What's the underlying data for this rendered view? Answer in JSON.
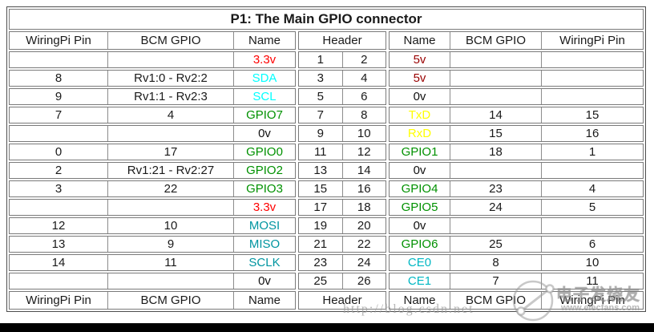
{
  "title": "P1: The Main GPIO connector",
  "columns": {
    "left": [
      "WiringPi Pin",
      "BCM GPIO",
      "Name"
    ],
    "header": "Header",
    "right": [
      "Name",
      "BCM GPIO",
      "WiringPi Pin"
    ]
  },
  "palette": {
    "red": "#ff0000",
    "maroon": "#990000",
    "cyan": "#00ffff",
    "teal": "#0095a0",
    "teal2": "#00b7c3",
    "green": "#009100",
    "yellow": "#ffff00",
    "black": "#111111"
  },
  "rows": [
    {
      "wl": "",
      "bl": "",
      "nl": "3.3v",
      "nlc": "red",
      "h1": "1",
      "h2": "2",
      "nr": "5v",
      "nrc": "maroon",
      "br": "",
      "wr": ""
    },
    {
      "wl": "8",
      "bl": "Rv1:0 - Rv2:2",
      "nl": "SDA",
      "nlc": "cyan",
      "h1": "3",
      "h2": "4",
      "nr": "5v",
      "nrc": "maroon",
      "br": "",
      "wr": ""
    },
    {
      "wl": "9",
      "bl": "Rv1:1 - Rv2:3",
      "nl": "SCL",
      "nlc": "cyan",
      "h1": "5",
      "h2": "6",
      "nr": "0v",
      "nrc": "black",
      "br": "",
      "wr": ""
    },
    {
      "wl": "7",
      "bl": "4",
      "nl": "GPIO7",
      "nlc": "green",
      "h1": "7",
      "h2": "8",
      "nr": "TxD",
      "nrc": "yellow",
      "br": "14",
      "wr": "15"
    },
    {
      "wl": "",
      "bl": "",
      "nl": "0v",
      "nlc": "black",
      "h1": "9",
      "h2": "10",
      "nr": "RxD",
      "nrc": "yellow",
      "br": "15",
      "wr": "16"
    },
    {
      "wl": "0",
      "bl": "17",
      "nl": "GPIO0",
      "nlc": "green",
      "h1": "11",
      "h2": "12",
      "nr": "GPIO1",
      "nrc": "green",
      "br": "18",
      "wr": "1"
    },
    {
      "wl": "2",
      "bl": "Rv1:21 - Rv2:27",
      "nl": "GPIO2",
      "nlc": "green",
      "h1": "13",
      "h2": "14",
      "nr": "0v",
      "nrc": "black",
      "br": "",
      "wr": ""
    },
    {
      "wl": "3",
      "bl": "22",
      "nl": "GPIO3",
      "nlc": "green",
      "h1": "15",
      "h2": "16",
      "nr": "GPIO4",
      "nrc": "green",
      "br": "23",
      "wr": "4"
    },
    {
      "wl": "",
      "bl": "",
      "nl": "3.3v",
      "nlc": "red",
      "h1": "17",
      "h2": "18",
      "nr": "GPIO5",
      "nrc": "green",
      "br": "24",
      "wr": "5"
    },
    {
      "wl": "12",
      "bl": "10",
      "nl": "MOSI",
      "nlc": "teal",
      "h1": "19",
      "h2": "20",
      "nr": "0v",
      "nrc": "black",
      "br": "",
      "wr": ""
    },
    {
      "wl": "13",
      "bl": "9",
      "nl": "MISO",
      "nlc": "teal",
      "h1": "21",
      "h2": "22",
      "nr": "GPIO6",
      "nrc": "green",
      "br": "25",
      "wr": "6"
    },
    {
      "wl": "14",
      "bl": "11",
      "nl": "SCLK",
      "nlc": "teal",
      "h1": "23",
      "h2": "24",
      "nr": "CE0",
      "nrc": "teal2",
      "br": "8",
      "wr": "10"
    },
    {
      "wl": "",
      "bl": "",
      "nl": "0v",
      "nlc": "black",
      "h1": "25",
      "h2": "26",
      "nr": "CE1",
      "nrc": "teal2",
      "br": "7",
      "wr": "11"
    }
  ],
  "watermark": {
    "csdn_text": "http://blog.csdn.net",
    "elecfans_cn": "电子发烧友",
    "elecfans_url": "www.elecfans.com"
  }
}
